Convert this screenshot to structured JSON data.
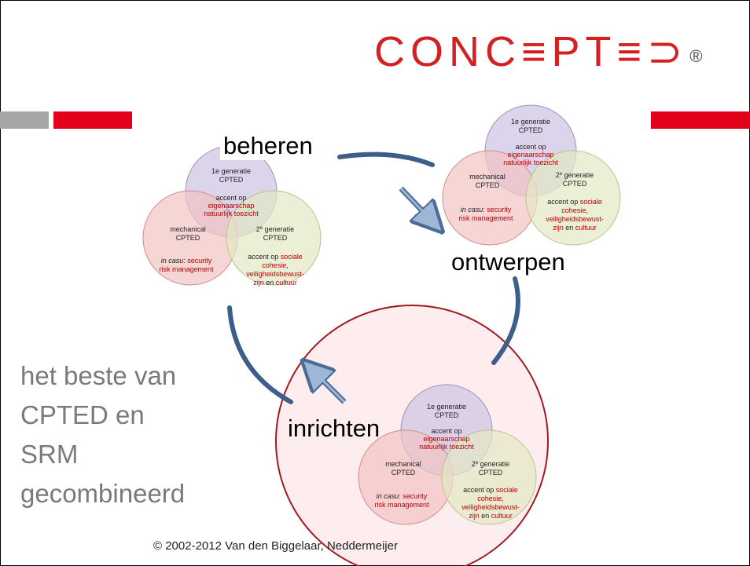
{
  "logo": {
    "text": "CONC≡PT≡⊃",
    "registered": "®"
  },
  "colors": {
    "accent_red": "#e3001b",
    "gray_bar": "#a6a6a6",
    "arrow_blue": "#3b5f8a"
  },
  "cycle": {
    "beheren": "beheren",
    "ontwerpen": "ontwerpen",
    "inrichten": "inrichten"
  },
  "venn": {
    "top_line1": "1e generatie",
    "top_line2": "CPTED",
    "accent_line1": "accent op",
    "accent_line2": "eigenaarschap",
    "accent_line3": "natuurlijk toezicht",
    "left_line1": "mechanical",
    "left_line2": "CPTED",
    "left_casu_italic": "in casu",
    "left_casu_rest": ": security",
    "left_casu_line2": "risk management",
    "right_line1_pre": "2",
    "right_line1_sup": "e",
    "right_line1_post": " generatie",
    "right_line2": "CPTED",
    "right_accent_pre": "accent op ",
    "right_accent_red": "sociale",
    "right_line_cohesie": "cohesie,",
    "right_line_veilig": "veiligheidsbewust-",
    "right_line_zijn": "zijn",
    "right_line_en": " en ",
    "right_line_cultuur": "cultuur"
  },
  "tagline": [
    "het beste van",
    "CPTED en",
    "SRM",
    "gecombineerd"
  ],
  "footer": {
    "copyright": "© 2002-2012 Van den Biggelaar, Neddermeijer"
  }
}
